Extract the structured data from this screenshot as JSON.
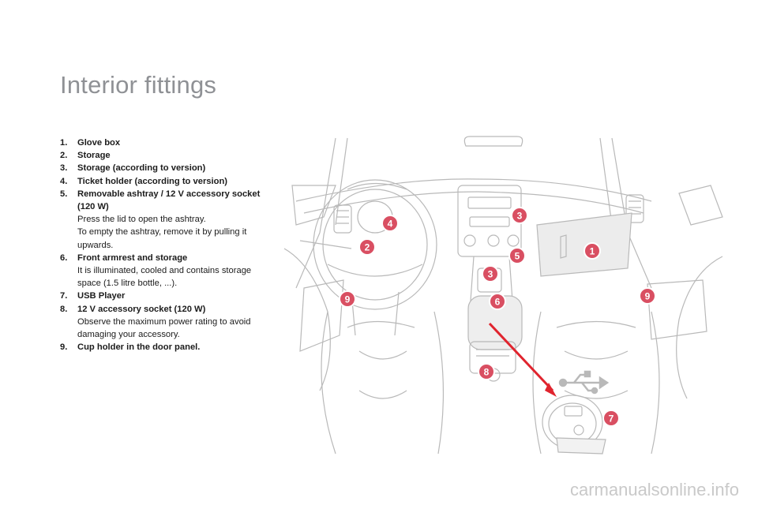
{
  "page": {
    "title": "Interior fittings",
    "watermark": "carmanualsonline.info"
  },
  "items": [
    {
      "num": "1.",
      "title": "Glove box",
      "desc": ""
    },
    {
      "num": "2.",
      "title": "Storage",
      "desc": ""
    },
    {
      "num": "3.",
      "title": "Storage (according to version)",
      "desc": ""
    },
    {
      "num": "4.",
      "title": "Ticket holder (according to version)",
      "desc": ""
    },
    {
      "num": "5.",
      "title": "Removable ashtray / 12 V accessory socket (120 W)",
      "desc": "Press the lid to open the ashtray.\nTo empty the ashtray, remove it by pulling it upwards."
    },
    {
      "num": "6.",
      "title": "Front armrest and storage",
      "desc": "It is illuminated, cooled and contains storage space (1.5 litre bottle, ...)."
    },
    {
      "num": "7.",
      "title": "USB Player",
      "desc": ""
    },
    {
      "num": "8.",
      "title": "12 V accessory socket (120 W)",
      "desc": "Observe the maximum power rating to avoid damaging your accessory."
    },
    {
      "num": "9.",
      "title": "Cup holder in the door panel.",
      "desc": ""
    }
  ],
  "callouts": [
    "1",
    "2",
    "3",
    "3",
    "4",
    "5",
    "6",
    "7",
    "8",
    "9",
    "9"
  ],
  "colors": {
    "callout_fill": "#d94f62",
    "callout_stroke": "#ffffff",
    "line_art": "#b9b9b9",
    "pointer": "#e0242e",
    "title": "#8f9195"
  }
}
